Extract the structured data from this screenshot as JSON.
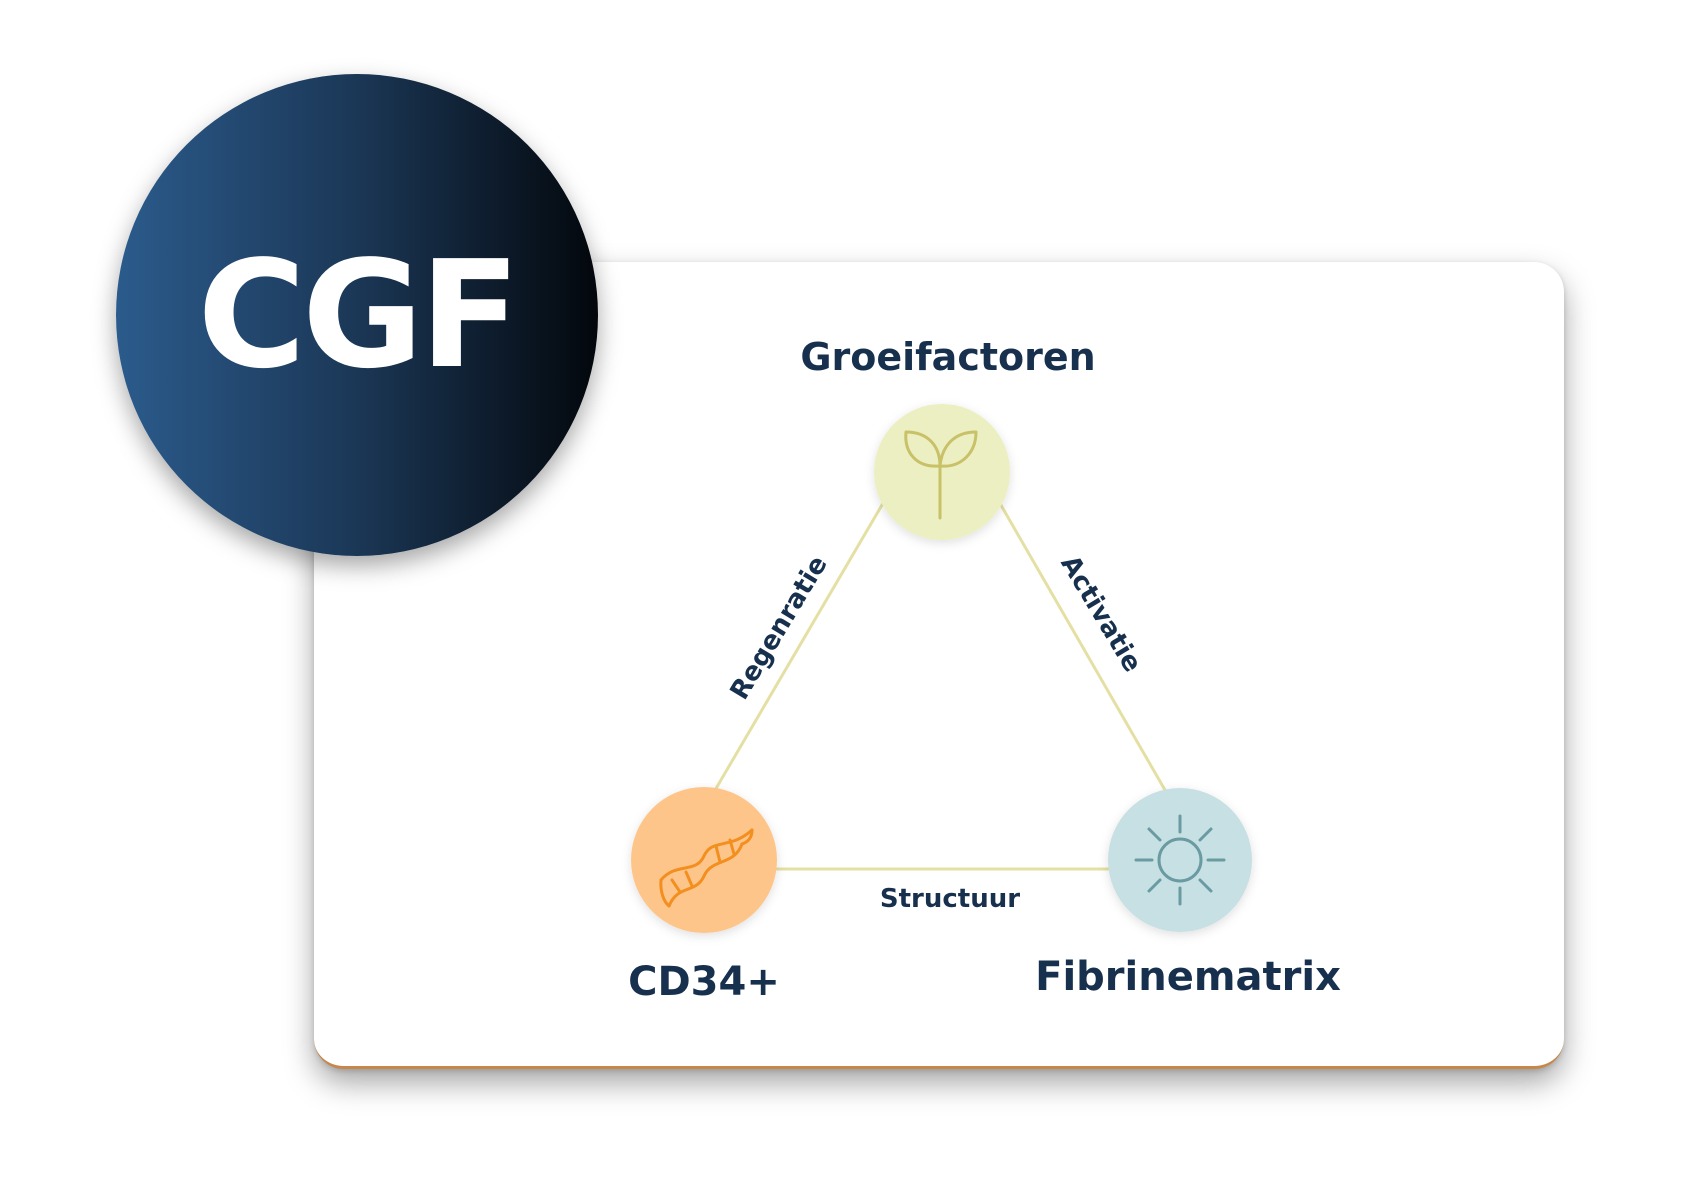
{
  "badge": {
    "text": "CGF",
    "gradient_from": "#2b5b8c",
    "gradient_to": "#03070c"
  },
  "diagram": {
    "nodes": {
      "top": {
        "label": "Groeifactoren",
        "icon": "sprout-icon",
        "fill": "#ecefc2",
        "stroke": "#c8c168"
      },
      "left": {
        "label": "CD34+",
        "icon": "dna-icon",
        "fill": "#fec58a",
        "stroke": "#f28f1f"
      },
      "right": {
        "label": "Fibrinematrix",
        "icon": "sun-icon",
        "fill": "#c6e0e3",
        "stroke": "#6a9ba2"
      }
    },
    "edges": {
      "left": "Regenratie",
      "right": "Activatie",
      "bottom": "Structuur"
    },
    "edge_color": "#e4e0a4",
    "text_color": "#16304d"
  }
}
